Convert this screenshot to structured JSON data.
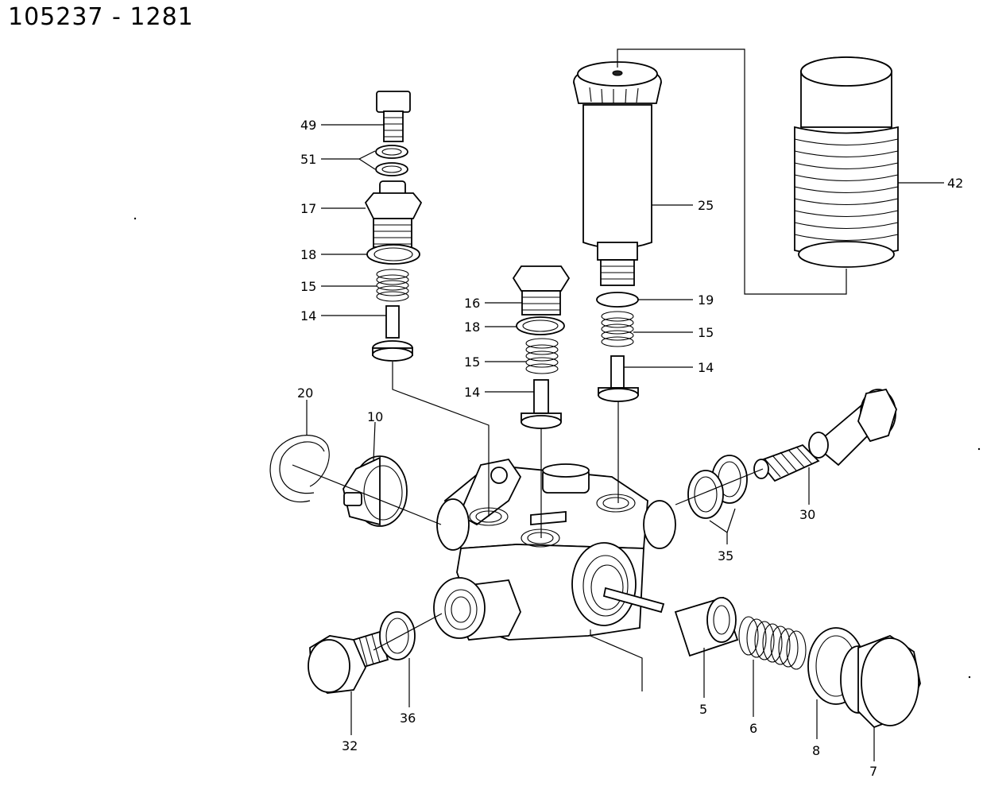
{
  "title": "105237 - 1281",
  "callouts": [
    "49",
    "51",
    "17",
    "18",
    "15",
    "14",
    "16",
    "18",
    "15",
    "14",
    "25",
    "42",
    "19",
    "15",
    "14",
    "20",
    "10",
    "30",
    "35",
    "32",
    "36",
    "5",
    "6",
    "8",
    "7"
  ]
}
